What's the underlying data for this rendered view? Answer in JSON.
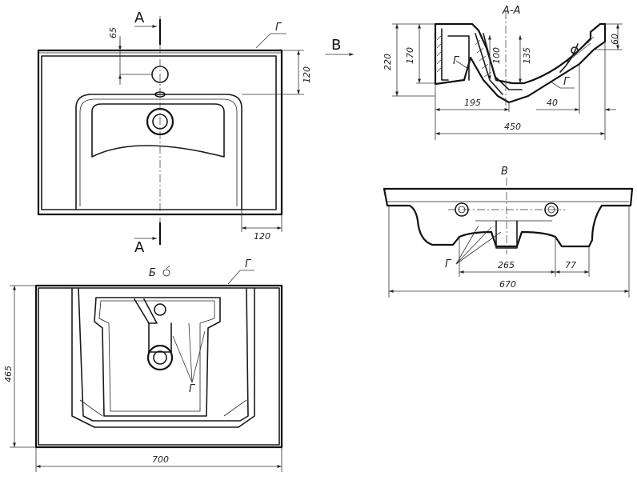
{
  "labels": {
    "section_top": "A",
    "section_bottom": "A",
    "section_title": "A-A",
    "view_b_marker": "B",
    "view_b_title": "B",
    "view_bottom": "Б",
    "feature_g": "Г"
  },
  "dimensions": {
    "top_hole_offset": "65",
    "top_edge_depth": "120",
    "top_right_lower": "120",
    "section_height_total": "220",
    "section_height_inner": "170",
    "section_bowl_depth": "100",
    "section_depth_135": "135",
    "section_rim": "60",
    "section_195": "195",
    "section_40": "40",
    "section_450": "450",
    "view_b_265": "265",
    "view_b_77": "77",
    "view_b_670": "670",
    "bottom_height": "465",
    "bottom_width": "700"
  }
}
